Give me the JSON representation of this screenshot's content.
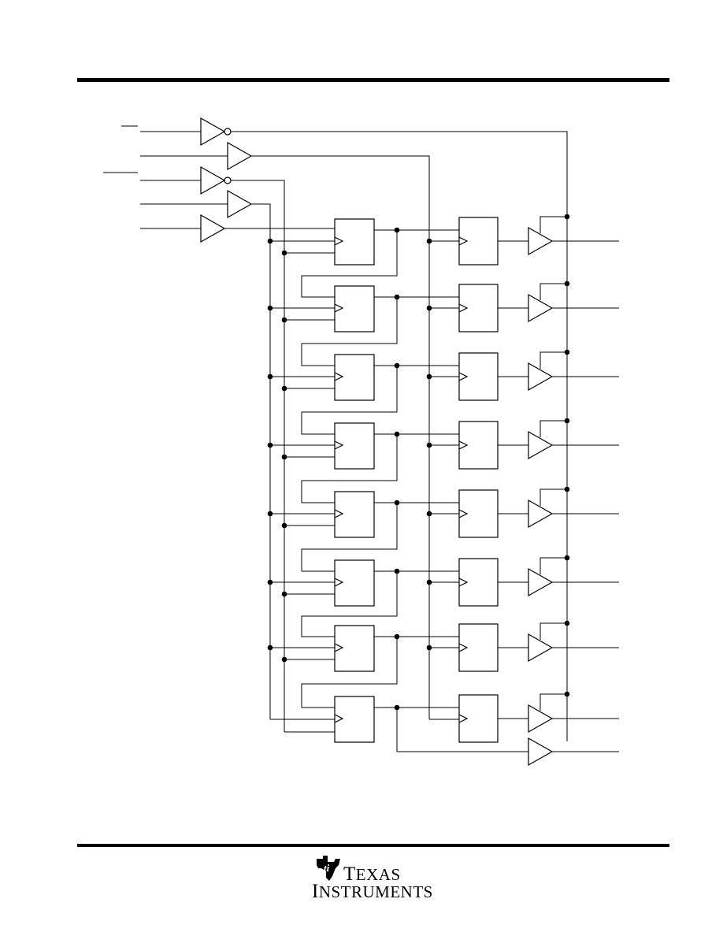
{
  "document": {
    "type": "logic diagram",
    "blocks": {
      "input_buffers": 5,
      "shift_register_stages": 8,
      "storage_register_stages": 8,
      "output_buffers": 9
    }
  },
  "footer": {
    "logo": {
      "name": "ti-logo-icon",
      "line1": "TEXAS",
      "line2": "INSTRUMENTS"
    }
  }
}
